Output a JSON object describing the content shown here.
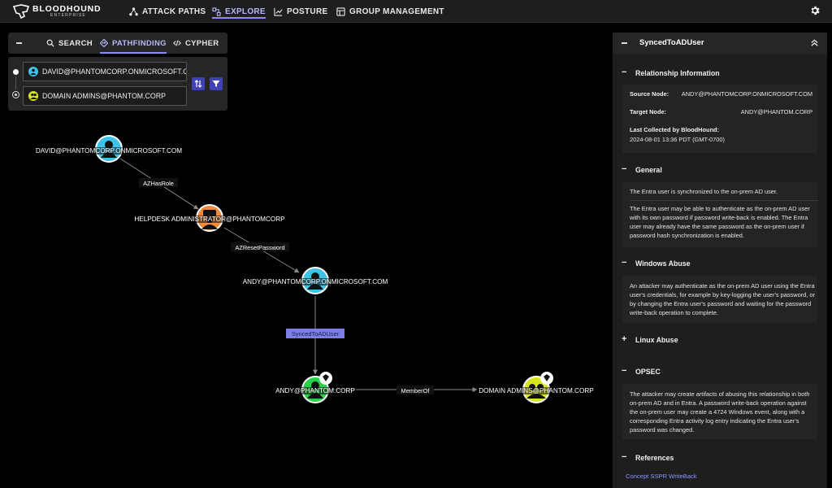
{
  "brand": {
    "name": "BLOODHOUND",
    "sub": "ENTERPRISE"
  },
  "nav": [
    {
      "label": "ATTACK PATHS",
      "icon": "attack-paths-icon"
    },
    {
      "label": "EXPLORE",
      "icon": "explore-icon",
      "active": true
    },
    {
      "label": "POSTURE",
      "icon": "posture-icon"
    },
    {
      "label": "GROUP MANAGEMENT",
      "icon": "group-management-icon"
    }
  ],
  "search_tabs": [
    {
      "label": "SEARCH",
      "icon": "search-icon"
    },
    {
      "label": "PATHFINDING",
      "icon": "pathfinding-icon",
      "active": true
    },
    {
      "label": "CYPHER",
      "icon": "code-icon"
    }
  ],
  "pathfinding": {
    "source": "DAVID@PHANTOMCORP.ONMICROSOFT.COM",
    "target": "DOMAIN ADMINS@PHANTOM.CORP"
  },
  "graph": {
    "nodes": [
      {
        "id": "n1",
        "label": "DAVID@PHANTOMCORP.ONMICROSOFT.COM",
        "kind": "azure-user",
        "color": "#3dc3e8"
      },
      {
        "id": "n2",
        "label": "HELPDESK ADMINISTRATOR@PHANTOMCORP",
        "kind": "azure-role",
        "color": "#f08a3c"
      },
      {
        "id": "n3",
        "label": "ANDY@PHANTOMCORP.ONMICROSOFT.COM",
        "kind": "azure-user",
        "color": "#3dc3e8"
      },
      {
        "id": "n4",
        "label": "ANDY@PHANTOM.CORP",
        "kind": "user",
        "color": "#28d14a"
      },
      {
        "id": "n5",
        "label": "DOMAIN ADMINS@PHANTOM.CORP",
        "kind": "group",
        "color": "#d8e61d"
      }
    ],
    "edges": [
      {
        "label": "AZHasRole"
      },
      {
        "label": "AZResetPassword"
      },
      {
        "label": "SyncedToADUser",
        "selected": true
      },
      {
        "label": "MemberOf"
      }
    ]
  },
  "panel": {
    "title": "SyncedToADUser",
    "relationship": {
      "heading": "Relationship Information",
      "source_key": "Source Node:",
      "source_val": "ANDY@PHANTOMCORP.ONMICROSOFT.COM",
      "target_key": "Target Node:",
      "target_val": "ANDY@PHANTOM.CORP",
      "collected_key": "Last Collected by BloodHound:",
      "collected_val": "2024-08-01 13:36 PDT (GMT-0700)"
    },
    "general": {
      "heading": "General",
      "p1": "The Entra user is synchronized to the on-prem AD user.",
      "p2": "The Entra user may be able to authenticate as the on-prem AD user with its own password if password write-back is enabled. The Entra user may already have the same password as the on-prem user if password hash synchronization is enabled."
    },
    "windows": {
      "heading": "Windows Abuse",
      "p1": "An attacker may authenticate as the on-prem AD user using the Entra user's credentials, for example by key-logging the user's password, or by changing the Entra user's password and waiting for the password write-back operation to complete."
    },
    "linux": {
      "heading": "Linux Abuse"
    },
    "opsec": {
      "heading": "OPSEC",
      "p1": "The attacker may create artifacts of abusing this relationship in both on-prem AD and in Entra. A password write-back operation against the on-prem user may create a 4724 Windows event, along with a corresponding Entra activity log entry indicating the Entra user's password was changed."
    },
    "references": {
      "heading": "References",
      "link": "Concept SSPR WriteBack"
    },
    "minus": "−",
    "plus": "+"
  },
  "colors": {
    "accent": "#8c8df5",
    "accent_button": "#3f43b6",
    "panel": "#1e1e1e"
  }
}
